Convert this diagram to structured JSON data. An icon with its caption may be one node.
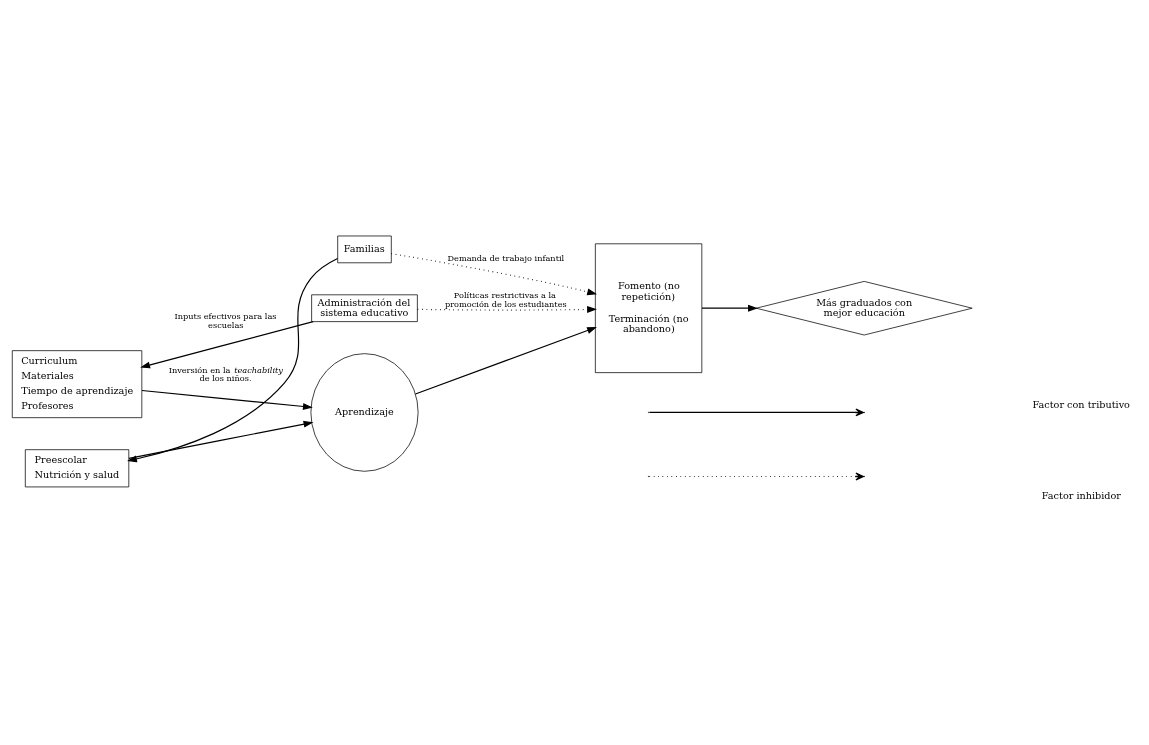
{
  "diagram": {
    "nodes": [
      {
        "text": [
          "Administración del sistema educativo"
        ]
      },
      {
        "text": [
          "Curriculum",
          "Materiales",
          "Tiempo de aprendizaje",
          "Profesores"
        ]
      },
      {
        "text": [
          "Preescolar",
          "Nutrición y salud"
        ]
      },
      {
        "text": [
          "Aprendizaje"
        ]
      },
      {
        "text": [
          "Fomento (no repetición)",
          "Terminación (no abandono)"
        ]
      },
      {
        "text": [
          "Más graduados con mejor educación"
        ]
      },
      {
        "text": [
          "Familias"
        ]
      }
    ],
    "edges": [
      {
        "from": 0,
        "to": 1,
        "arrow": "to",
        "label": "Inputs efectivos para las escuelas"
      },
      {
        "from": 0,
        "to": 4,
        "arrow": "to",
        "style": "dashed",
        "label": "Políticas restrictivas a la promoción de los estudiantes"
      },
      {
        "from": 1,
        "to": 3,
        "arrow": "to"
      },
      {
        "from": 2,
        "to": 3,
        "arrow": "to"
      },
      {
        "from": 3,
        "to": 4,
        "arrow": "to"
      },
      {
        "from": 4,
        "to": 5,
        "arrow": "to"
      },
      {
        "from": 6,
        "to": 2,
        "arrow": "to",
        "label": "Inversión en la *teachability* de los niños."
      },
      {
        "from": 6,
        "to": 4,
        "arrow": "to",
        "style": "dashed",
        "label": "Demanda de trabajo infantil"
      }
    ],
    "legend": [
      {
        "text": "Factor con tributivo"
      },
      {
        "text": "Factor inhibidor"
      }
    ]
  }
}
